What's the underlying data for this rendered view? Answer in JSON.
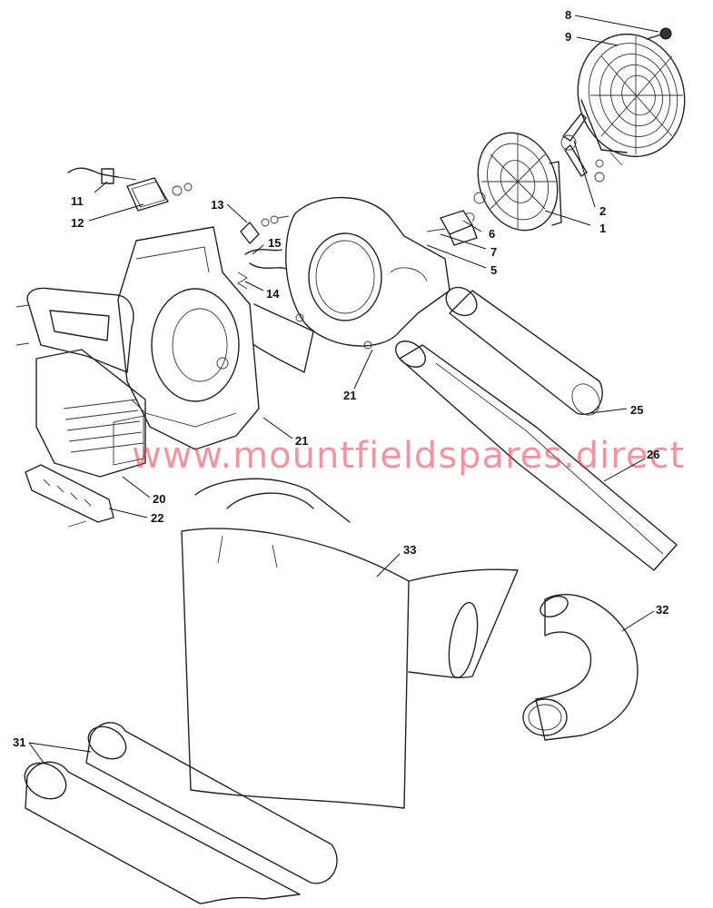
{
  "watermark": "www.mountfieldspares.direct",
  "accent_color": "#e83c50",
  "callouts": [
    {
      "id": "c8",
      "label": "8"
    },
    {
      "id": "c9",
      "label": "9"
    },
    {
      "id": "c2",
      "label": "2"
    },
    {
      "id": "c1",
      "label": "1"
    },
    {
      "id": "c6",
      "label": "6"
    },
    {
      "id": "c7",
      "label": "7"
    },
    {
      "id": "c5",
      "label": "5"
    },
    {
      "id": "c11",
      "label": "11"
    },
    {
      "id": "c12",
      "label": "12"
    },
    {
      "id": "c13",
      "label": "13"
    },
    {
      "id": "c15",
      "label": "15"
    },
    {
      "id": "c14",
      "label": "14"
    },
    {
      "id": "c21a",
      "label": "21"
    },
    {
      "id": "c21b",
      "label": "21"
    },
    {
      "id": "c25",
      "label": "25"
    },
    {
      "id": "c26",
      "label": "26"
    },
    {
      "id": "c20",
      "label": "20"
    },
    {
      "id": "c22",
      "label": "22"
    },
    {
      "id": "c33",
      "label": "33"
    },
    {
      "id": "c32",
      "label": "32"
    },
    {
      "id": "c31",
      "label": "31"
    }
  ]
}
